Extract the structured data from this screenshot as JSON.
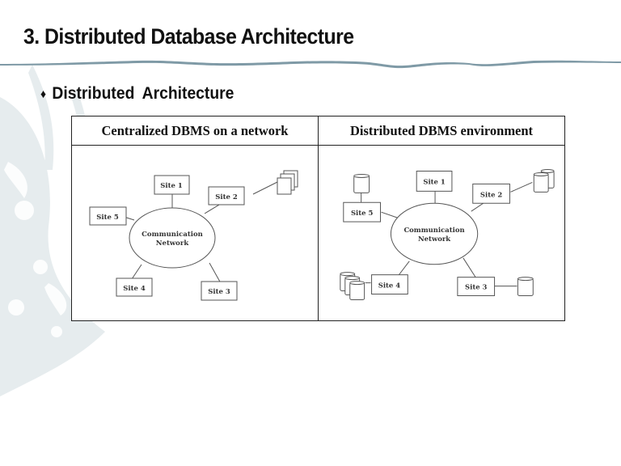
{
  "slide": {
    "title": "3. Distributed Database Architecture",
    "bullet": {
      "symbol": "♦",
      "text": "Distributed  Architecture"
    },
    "accent_color": "#7f9aa6"
  },
  "table": {
    "columns": [
      {
        "header": "Centralized DBMS on a network",
        "diagram": {
          "hub_label": [
            "Communication",
            "Network"
          ],
          "sites": [
            {
              "label": "Site 1",
              "databases": 0
            },
            {
              "label": "Site 2",
              "databases": 3
            },
            {
              "label": "Site 3",
              "databases": 0
            },
            {
              "label": "Site 4",
              "databases": 0
            },
            {
              "label": "Site 5",
              "databases": 0
            }
          ]
        }
      },
      {
        "header": "Distributed DBMS environment",
        "diagram": {
          "hub_label": [
            "Communication",
            "Network"
          ],
          "sites": [
            {
              "label": "Site 1",
              "databases": 0
            },
            {
              "label": "Site 2",
              "databases": 2
            },
            {
              "label": "Site 3",
              "databases": 1
            },
            {
              "label": "Site 4",
              "databases": 3
            },
            {
              "label": "Site 5",
              "databases": 1
            }
          ]
        }
      }
    ]
  }
}
